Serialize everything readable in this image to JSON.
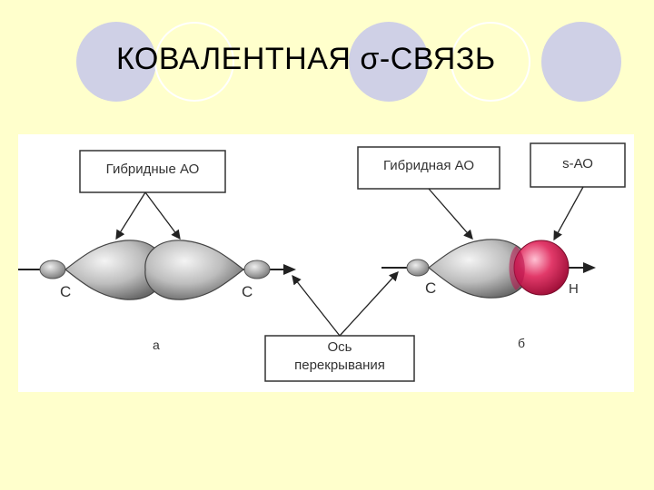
{
  "slide": {
    "title": "КОВАЛЕНТНАЯ σ-СВЯЗЬ"
  },
  "colors": {
    "background": "#ffffcc",
    "decor_circles": "#cfd0e6",
    "hydrogen_orbital": "#d92b5b"
  },
  "diagram": {
    "hybrid_ao_label": "Гибридные АО",
    "hybrid_ao_single_label": "Гибридная АО",
    "s_ao_label": "s-АО",
    "overlap_axis_line1": "Ось",
    "overlap_axis_line2": "перекрывания",
    "atom_c_left": "С",
    "atom_c_right": "С",
    "atom_c_b": "С",
    "atom_h": "Н",
    "panel_a": "а",
    "panel_b": "б"
  }
}
